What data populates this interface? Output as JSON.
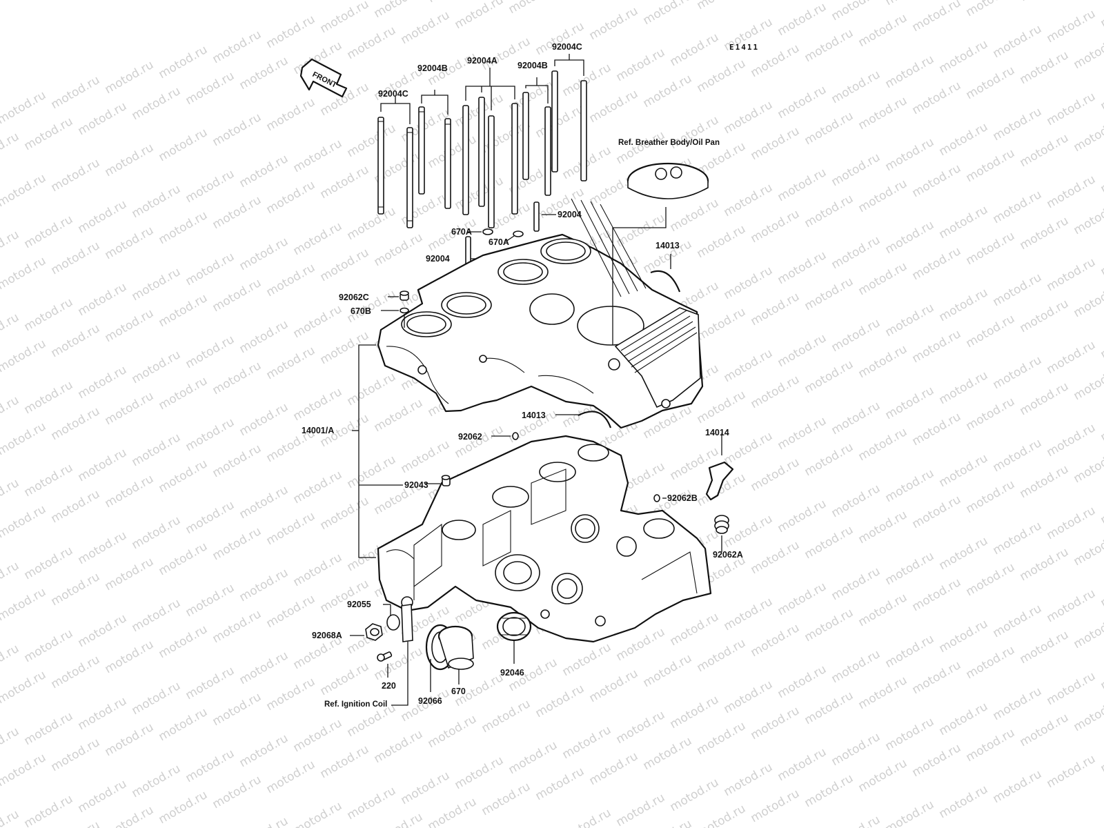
{
  "diagram": {
    "code": "E1411",
    "front_label": "FRONT",
    "watermark": "motod.ru",
    "colors": {
      "ink": "#111111",
      "watermark": "#cfcfcf",
      "background": "#ffffff"
    },
    "refs": {
      "breather": "Ref. Breather Body/Oil Pan",
      "ignition": "Ref. Ignition Coil"
    },
    "labels": {
      "p92004C_left": "92004C",
      "p92004B_left": "92004B",
      "p92004A": "92004A",
      "p92004B_right": "92004B",
      "p92004C_right": "92004C",
      "p92004_right": "92004",
      "p670A_left": "670A",
      "p670A_right": "670A",
      "p92004_left": "92004",
      "p14013_top": "14013",
      "p92062C": "92062C",
      "p670B": "670B",
      "p14001A": "14001/A",
      "p14013_mid": "14013",
      "p92062": "92062",
      "p14014": "14014",
      "p92043": "92043",
      "p92062B": "92062B",
      "p92062A": "92062A",
      "p92055": "92055",
      "p92068A": "92068A",
      "p220": "220",
      "p92066": "92066",
      "p670": "670",
      "p92046": "92046"
    }
  }
}
